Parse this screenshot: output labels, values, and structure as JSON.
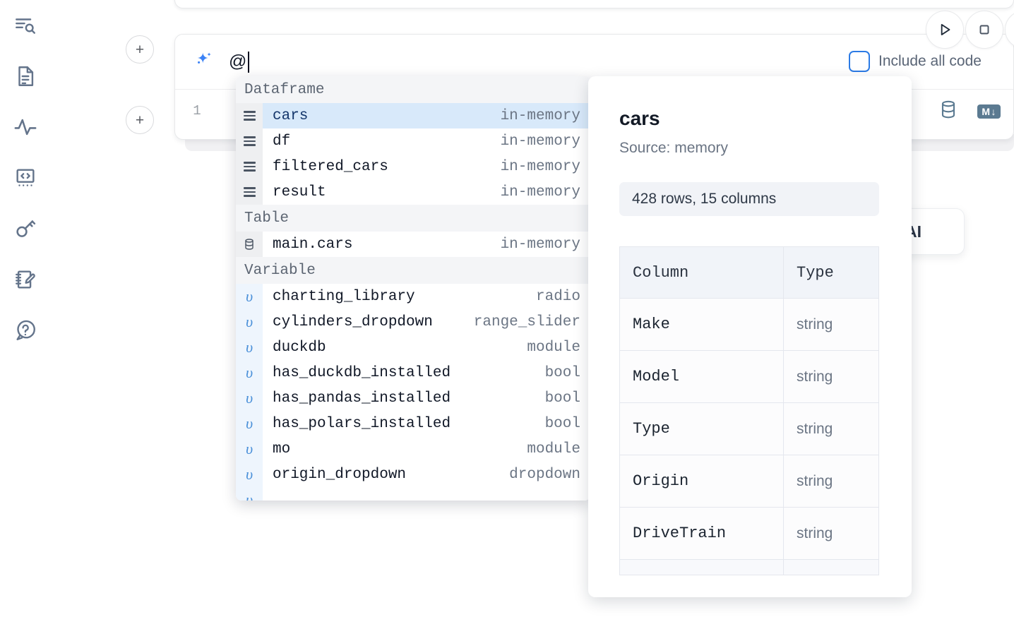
{
  "app": {
    "accent_blue": "#2c7be5",
    "sparkle_color": "#3b82f6",
    "selection_blue": "#d8e9fa",
    "group_header_bg": "#f4f5f7"
  },
  "rail": {
    "items": [
      {
        "name": "explore-search-icon",
        "label": "Explore"
      },
      {
        "name": "document-icon",
        "label": "Notebook"
      },
      {
        "name": "activity-pulse-icon",
        "label": "Activity"
      },
      {
        "name": "code-brackets-icon",
        "label": "Snippets"
      },
      {
        "name": "key-icon",
        "label": "Secrets"
      },
      {
        "name": "notebook-edit-icon",
        "label": "Scratchpad"
      },
      {
        "name": "help-chat-icon",
        "label": "Help"
      }
    ]
  },
  "toolbar": {
    "run_label": "Run",
    "stop_label": "Stop",
    "more_label": "More",
    "include_all_code": "Include all code",
    "include_all_code_checked": false
  },
  "add_buttons": {
    "label": "+"
  },
  "ai_cell": {
    "sparkle_icon": "sparkle-ai-icon",
    "prompt_value": "@",
    "prompt_placeholder": "",
    "line_number": "1",
    "code_value": "",
    "database_icon": "database-icon",
    "markdown_badge": "M"
  },
  "generate_card": {
    "text": "h AI"
  },
  "autocomplete": {
    "groups": [
      {
        "label": "Dataframe",
        "icon": "dataframe-rows-icon",
        "items": [
          {
            "name": "cars",
            "meta": "in-memory",
            "selected": true
          },
          {
            "name": "df",
            "meta": "in-memory",
            "selected": false
          },
          {
            "name": "filtered_cars",
            "meta": "in-memory",
            "selected": false
          },
          {
            "name": "result",
            "meta": "in-memory",
            "selected": false
          }
        ]
      },
      {
        "label": "Table",
        "icon": "database-table-icon",
        "items": [
          {
            "name": "main.cars",
            "meta": "in-memory",
            "selected": false
          }
        ]
      },
      {
        "label": "Variable",
        "icon": "variable-icon",
        "items": [
          {
            "name": "charting_library",
            "meta": "radio",
            "selected": false
          },
          {
            "name": "cylinders_dropdown",
            "meta": "range_slider",
            "selected": false
          },
          {
            "name": "duckdb",
            "meta": "module",
            "selected": false
          },
          {
            "name": "has_duckdb_installed",
            "meta": "bool",
            "selected": false
          },
          {
            "name": "has_pandas_installed",
            "meta": "bool",
            "selected": false
          },
          {
            "name": "has_polars_installed",
            "meta": "bool",
            "selected": false
          },
          {
            "name": "mo",
            "meta": "module",
            "selected": false
          },
          {
            "name": "origin_dropdown",
            "meta": "dropdown",
            "selected": false
          }
        ]
      }
    ]
  },
  "detail": {
    "title": "cars",
    "source": "Source: memory",
    "shape": "428 rows, 15 columns",
    "columns_header": "Column",
    "type_header": "Type",
    "rows": [
      {
        "column": "Make",
        "type": "string"
      },
      {
        "column": "Model",
        "type": "string"
      },
      {
        "column": "Type",
        "type": "string"
      },
      {
        "column": "Origin",
        "type": "string"
      },
      {
        "column": "DriveTrain",
        "type": "string"
      }
    ]
  }
}
